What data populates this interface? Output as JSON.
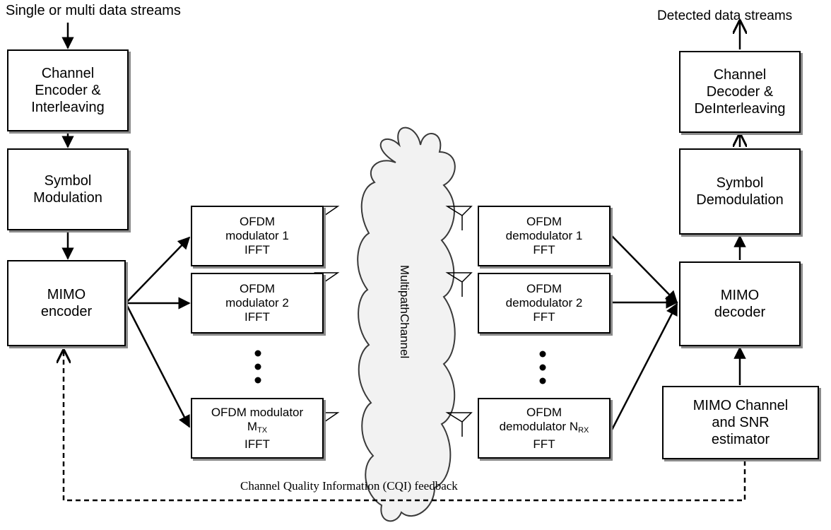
{
  "labels": {
    "input": "Single or multi data streams",
    "output": "Detected data streams",
    "channel": "MultipathChannel",
    "feedback": "Channel Quality Information (CQI) feedback"
  },
  "tx": {
    "encoder": [
      "Channel",
      "Encoder &",
      "Interleaving"
    ],
    "modulation": [
      "Symbol",
      "Modulation"
    ],
    "mimo": [
      "MIMO",
      "encoder"
    ],
    "ofdm1": [
      "OFDM",
      "modulator 1",
      "IFFT"
    ],
    "ofdm2": [
      "OFDM",
      "modulator 2",
      "IFFT"
    ],
    "ofdmM": {
      "line1": "OFDM modulator",
      "m": "M",
      "sub": "TX",
      "line3": "IFFT"
    }
  },
  "rx": {
    "decoder": [
      "Channel",
      "Decoder &",
      "DeInterleaving"
    ],
    "demodulation": [
      "Symbol",
      "Demodulation"
    ],
    "mimo": [
      "MIMO",
      "decoder"
    ],
    "estimator": [
      "MIMO Channel",
      "and SNR",
      "estimator"
    ],
    "ofdm1": [
      "OFDM",
      "demodulator 1",
      "FFT"
    ],
    "ofdm2": [
      "OFDM",
      "demodulator 2",
      "FFT"
    ],
    "ofdmN": {
      "line1": "OFDM",
      "line2": "demodulator N",
      "sub": "RX",
      "line3": "FFT"
    }
  },
  "colors": {
    "line": "#000000",
    "shadow": "#8a8a8a",
    "cloud": "#f2f2f2"
  }
}
